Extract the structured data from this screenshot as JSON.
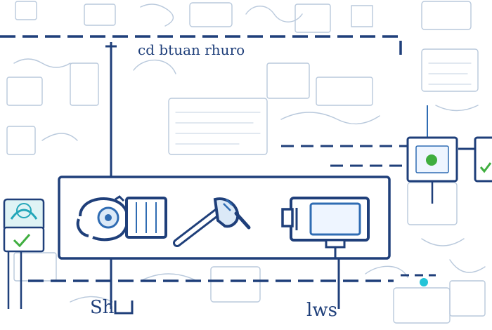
{
  "diagram": {
    "title_text": "cd btuan rhuro",
    "bottom_left_label": "Sh",
    "bottom_right_label": "lws",
    "panel_icons": [
      {
        "name": "engine-icon"
      },
      {
        "name": "wrench-icon"
      },
      {
        "name": "machine-icon"
      }
    ],
    "side_icons": [
      {
        "name": "gauge-icon"
      },
      {
        "name": "indicator-icon"
      }
    ],
    "colors": {
      "line": "#1f3f7a",
      "accent_blue": "#2f6cb3",
      "accent_green": "#3fae3f",
      "accent_cyan": "#23c4d8",
      "sketch": "#b9c9dc"
    }
  }
}
